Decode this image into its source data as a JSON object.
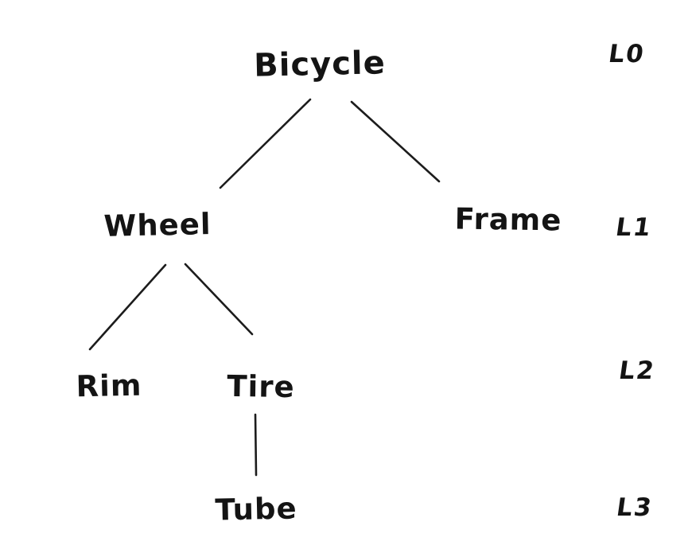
{
  "diagram": {
    "type": "tree",
    "subject": "bicycle-component-hierarchy",
    "background_color": "#ffffff",
    "ink_color": "#1c1c1c",
    "nodes": [
      {
        "id": "bicycle",
        "label": "Bicycle",
        "level": 0,
        "parent": null
      },
      {
        "id": "wheel",
        "label": "Wheel",
        "level": 1,
        "parent": "bicycle"
      },
      {
        "id": "frame",
        "label": "Frame",
        "level": 1,
        "parent": "bicycle"
      },
      {
        "id": "rim",
        "label": "Rim",
        "level": 2,
        "parent": "wheel"
      },
      {
        "id": "tire",
        "label": "Tire",
        "level": 2,
        "parent": "wheel"
      },
      {
        "id": "tube",
        "label": "Tube",
        "level": 3,
        "parent": "tire"
      }
    ],
    "edges": [
      {
        "from": "bicycle",
        "to": "wheel"
      },
      {
        "from": "bicycle",
        "to": "frame"
      },
      {
        "from": "wheel",
        "to": "rim"
      },
      {
        "from": "wheel",
        "to": "tire"
      },
      {
        "from": "tire",
        "to": "tube"
      }
    ],
    "level_labels": [
      {
        "id": "l0",
        "label": "L0"
      },
      {
        "id": "l1",
        "label": "L1"
      },
      {
        "id": "l2",
        "label": "L2"
      },
      {
        "id": "l3",
        "label": "L3"
      }
    ]
  }
}
